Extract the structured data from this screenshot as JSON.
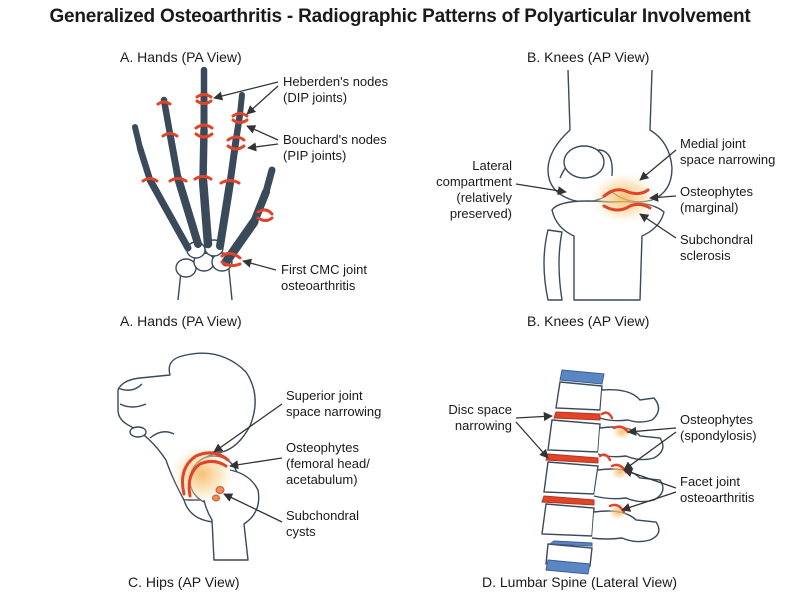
{
  "title": "Generalized Osteoarthritis - Radiographic Patterns of Polyarticular Involvement",
  "panels": {
    "hands": {
      "caption_top": "A. Hands (PA View)",
      "caption_bottom": "A. Hands (PA View)",
      "labels": {
        "heberden": [
          "Heberden's nodes",
          "(DIP joints)"
        ],
        "bouchard": [
          "Bouchard's nodes",
          "(PIP joints)"
        ],
        "cmc": [
          "First CMC joint",
          "osteoarthritis"
        ]
      }
    },
    "knees": {
      "caption_top": "B. Knees (AP View)",
      "caption_bottom": "B. Knees (AP View)",
      "labels": {
        "lateral": [
          "Lateral",
          "compartment",
          "(relatively",
          "preserved)"
        ],
        "medial": [
          "Medial joint",
          "space narrowing"
        ],
        "osteophytes": [
          "Osteophytes",
          "(marginal)"
        ],
        "sclerosis": [
          "Subchondral",
          "sclerosis"
        ]
      }
    },
    "hips": {
      "caption": "C. Hips (AP View)",
      "labels": {
        "superior": [
          "Superior joint",
          "space narrowing"
        ],
        "osteophytes": [
          "Osteophytes",
          "(femoral head/",
          "acetabulum)"
        ],
        "cysts": [
          "Subchondral",
          "cysts"
        ]
      }
    },
    "spine": {
      "caption": "D. Lumbar Spine (Lateral View)",
      "labels": {
        "disc": [
          "Disc space",
          "narrowing"
        ],
        "osteophytes": [
          "Osteophytes",
          "(spondylosis)"
        ],
        "facet": [
          "Facet joint",
          "osteoarthritis"
        ]
      }
    }
  },
  "colors": {
    "outline": "#3a4a5a",
    "joint_red": "#e0452a",
    "glow": "#f7c97a",
    "spine_blue": "#5b86c4",
    "bone_fill": "#ffffff"
  }
}
